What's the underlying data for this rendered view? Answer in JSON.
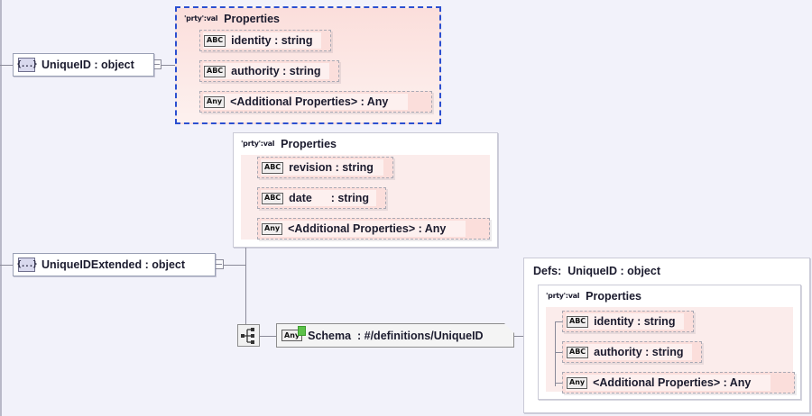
{
  "diagram": {
    "type": "json-schema-tree",
    "background_color": "#f2f2fa",
    "selection_color": "#2b4fd0",
    "group_fill_color": "#fbeceb",
    "row_fill_color": "#fbdedb"
  },
  "icons": {
    "object": "{...}",
    "properties": "'prty':val",
    "string": "ABC",
    "any": "Any",
    "branch": "branch-icon"
  },
  "nodes": {
    "unique_id": {
      "label": "UniqueID : object",
      "icon": "{...}"
    },
    "unique_id_extended": {
      "label": "UniqueIDExtended : object",
      "icon": "{...}"
    }
  },
  "groups": [
    {
      "id": "uniqueid-properties",
      "title": "Properties",
      "icon": "'prty':val",
      "selected": true,
      "rows": [
        {
          "icon": "ABC",
          "label": "identity : string"
        },
        {
          "icon": "ABC",
          "label": "authority : string"
        },
        {
          "icon": "Any",
          "label": "<Additional Properties> : Any"
        }
      ]
    },
    {
      "id": "uniqueidextended-properties",
      "title": "Properties",
      "icon": "'prty':val",
      "selected": false,
      "rows": [
        {
          "icon": "ABC",
          "label": "revision : string"
        },
        {
          "icon": "ABC",
          "label": "date      : string"
        },
        {
          "icon": "Any",
          "label": "<Additional Properties> : Any"
        }
      ]
    }
  ],
  "schema_ref": {
    "icon": "Any",
    "label": "Schema  : #/definitions/UniqueID",
    "marker": "green-flag"
  },
  "defs_panel": {
    "title": "Defs:  UniqueID : object",
    "group": {
      "title": "Properties",
      "icon": "'prty':val",
      "rows": [
        {
          "icon": "ABC",
          "label": "identity : string"
        },
        {
          "icon": "ABC",
          "label": "authority : string"
        },
        {
          "icon": "Any",
          "label": "<Additional Properties> : Any"
        }
      ]
    }
  }
}
